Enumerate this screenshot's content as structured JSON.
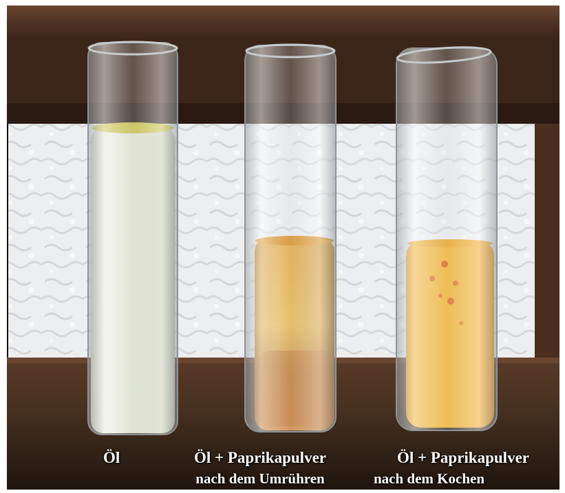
{
  "captions": {
    "tube1": "Öl",
    "tube2_main": "Öl + Paprikapulver",
    "tube2_sub": "nach dem Umrühren",
    "tube3_main": "Öl + Paprikapulver",
    "tube3_sub": "nach dem Kochen"
  },
  "colors": {
    "wood": "#4a2f20",
    "wood_light": "#6b4530",
    "paper": "#eef0f2",
    "oil": "#e2e4c8",
    "oil_surface": "#c9c24a",
    "orange_oil": "#e8a020",
    "orange_oil_boiled": "#f5b21e",
    "sediment": "#b8621a",
    "caption_text": "#ffffff"
  }
}
